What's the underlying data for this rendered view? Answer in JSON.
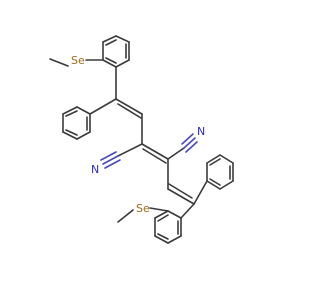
{
  "structure": {
    "atom_labels": {
      "selenium_top": "Se",
      "selenium_bottom": "Se",
      "nitrogen_right": "N",
      "nitrogen_left": "N"
    },
    "colors": {
      "bond": "#3a3a3a",
      "selenium": "#a06a18",
      "nitrogen": "#2a2ac0",
      "background": "#ffffff"
    }
  }
}
